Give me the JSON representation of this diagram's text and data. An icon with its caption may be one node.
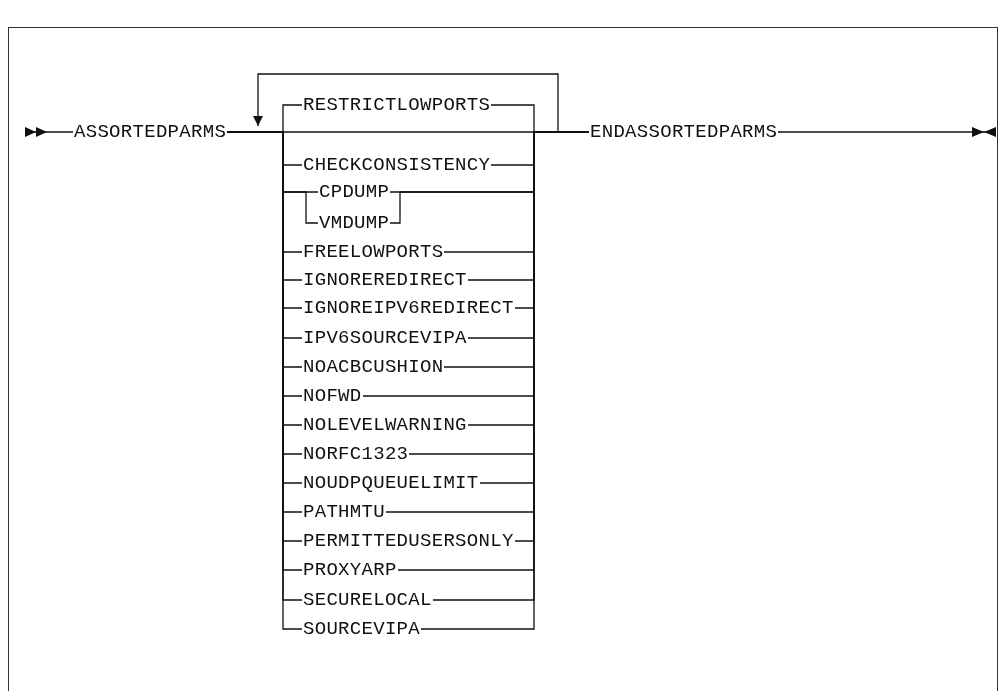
{
  "diagram": {
    "nodes": [
      {
        "text": [
          "ASSORTEDPARMS"
        ]
      },
      {
        "text": [
          "RESTRICTLOWPORTS"
        ]
      },
      {
        "text": [
          "CHECKCONSISTENCY"
        ]
      },
      {
        "text": [
          "CPDUMP"
        ]
      },
      {
        "text": [
          "VMDUMP"
        ]
      },
      {
        "text": [
          "FREELOWPORTS"
        ]
      },
      {
        "text": [
          "IGNOREREDIRECT"
        ]
      },
      {
        "text": [
          "IGNOREIPV6REDIRECT"
        ]
      },
      {
        "text": [
          "IPV6SOURCEVIPA"
        ]
      },
      {
        "text": [
          "NOACBCUSHION"
        ]
      },
      {
        "text": [
          "NOFWD"
        ]
      },
      {
        "text": [
          "NOLEVELWARNING"
        ]
      },
      {
        "text": [
          "NORFC1323"
        ]
      },
      {
        "text": [
          "NOUDPQUEUELIMIT"
        ]
      },
      {
        "text": [
          "PATHMTU"
        ]
      },
      {
        "text": [
          "PERMITTEDUSERSONLY"
        ]
      },
      {
        "text": [
          "PROXYARP"
        ]
      },
      {
        "text": [
          "SECURELOCAL"
        ]
      },
      {
        "text": [
          "SOURCEVIPA"
        ]
      },
      {
        "text": [
          "ENDASSORTEDPARMS"
        ]
      }
    ],
    "edges": [
      {
        "from": null,
        "to": 0,
        "arrow": "other"
      },
      {
        "from": 0,
        "to": 19,
        "arrow": "none"
      },
      {
        "from": 0,
        "to": 1,
        "arrow": "none"
      },
      {
        "from": 1,
        "to": 19,
        "arrow": "none"
      },
      {
        "from": 0,
        "to": 2,
        "arrow": "none"
      },
      {
        "from": 2,
        "to": 19,
        "arrow": "none"
      },
      {
        "from": 0,
        "to": 3,
        "arrow": "none"
      },
      {
        "from": 3,
        "to": 19,
        "arrow": "none"
      },
      {
        "from": 0,
        "to": 4,
        "arrow": "none"
      },
      {
        "from": 4,
        "to": 19,
        "arrow": "none"
      },
      {
        "from": 0,
        "to": 5,
        "arrow": "none"
      },
      {
        "from": 5,
        "to": 19,
        "arrow": "none"
      },
      {
        "from": 0,
        "to": 6,
        "arrow": "none"
      },
      {
        "from": 6,
        "to": 19,
        "arrow": "none"
      },
      {
        "from": 0,
        "to": 7,
        "arrow": "none"
      },
      {
        "from": 7,
        "to": 19,
        "arrow": "none"
      },
      {
        "from": 0,
        "to": 8,
        "arrow": "none"
      },
      {
        "from": 8,
        "to": 19,
        "arrow": "none"
      },
      {
        "from": 0,
        "to": 9,
        "arrow": "none"
      },
      {
        "from": 9,
        "to": 19,
        "arrow": "none"
      },
      {
        "from": 0,
        "to": 10,
        "arrow": "none"
      },
      {
        "from": 10,
        "to": 19,
        "arrow": "none"
      },
      {
        "from": 0,
        "to": 11,
        "arrow": "none"
      },
      {
        "from": 11,
        "to": 19,
        "arrow": "none"
      },
      {
        "from": 0,
        "to": 12,
        "arrow": "none"
      },
      {
        "from": 12,
        "to": 19,
        "arrow": "none"
      },
      {
        "from": 0,
        "to": 13,
        "arrow": "none"
      },
      {
        "from": 13,
        "to": 19,
        "arrow": "none"
      },
      {
        "from": 0,
        "to": 14,
        "arrow": "none"
      },
      {
        "from": 14,
        "to": 19,
        "arrow": "none"
      },
      {
        "from": 0,
        "to": 15,
        "arrow": "none"
      },
      {
        "from": 15,
        "to": 19,
        "arrow": "none"
      },
      {
        "from": 0,
        "to": 16,
        "arrow": "none"
      },
      {
        "from": 16,
        "to": 19,
        "arrow": "none"
      },
      {
        "from": 0,
        "to": 17,
        "arrow": "none"
      },
      {
        "from": 17,
        "to": 19,
        "arrow": "none"
      },
      {
        "from": 0,
        "to": 18,
        "arrow": "none"
      },
      {
        "from": 18,
        "to": 19,
        "arrow": "none"
      },
      {
        "from": 19,
        "to": null,
        "arrow": "to"
      }
    ]
  }
}
